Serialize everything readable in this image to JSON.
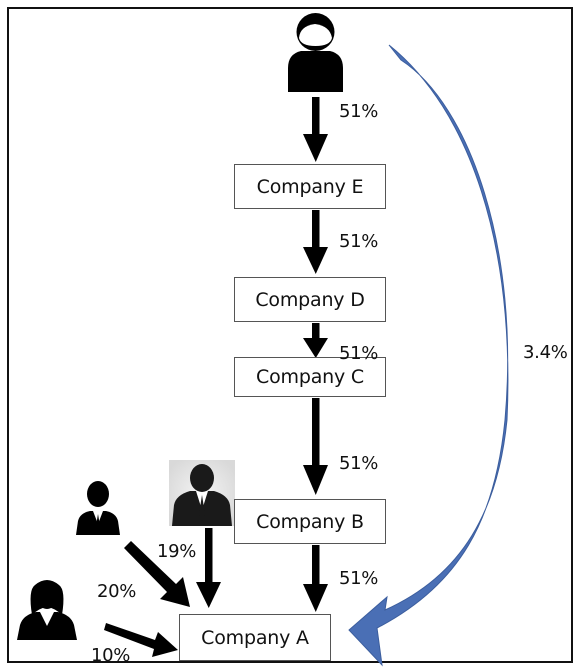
{
  "companies": {
    "e": "Company E",
    "d": "Company D",
    "c": "Company C",
    "b": "Company B",
    "a": "Company A"
  },
  "percentages": {
    "owner_to_e": "51%",
    "e_to_d": "51%",
    "d_to_c": "51%",
    "c_to_b": "51%",
    "b_to_a": "51%",
    "indirect_owner_to_a": "3.4%",
    "person1_to_a": "19%",
    "person2_to_a": "20%",
    "person3_to_a": "10%"
  },
  "icons": {
    "owner": "person-icon",
    "person1": "businessman-icon",
    "person2": "businessman-icon",
    "person3": "businesswoman-icon"
  },
  "colors": {
    "indirect_arrow": "#4a6fb5",
    "direct_arrow": "#000000"
  }
}
